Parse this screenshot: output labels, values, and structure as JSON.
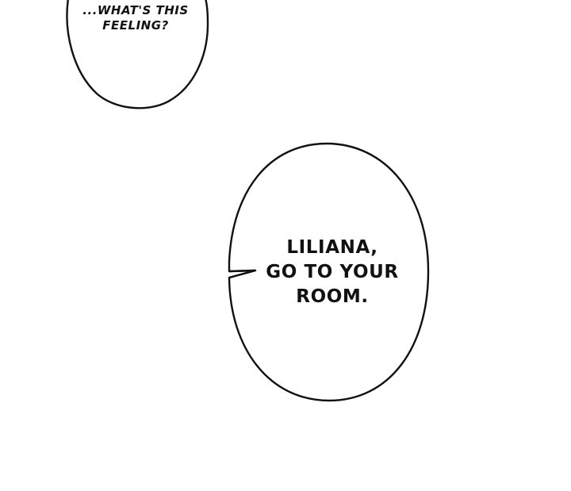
{
  "bubbles": [
    {
      "lines": [
        "...WHAT'S THIS",
        "FEELING?"
      ]
    },
    {
      "lines": [
        "LILIANA,",
        "GO TO YOUR",
        "ROOM."
      ]
    }
  ],
  "colors": {
    "background": "#ffffff",
    "ink": "#111111"
  }
}
